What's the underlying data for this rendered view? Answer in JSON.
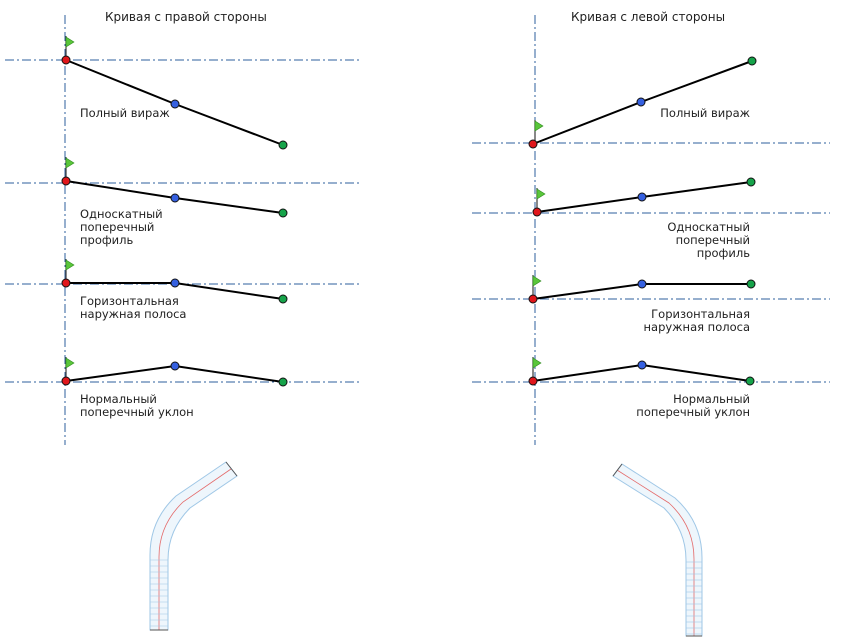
{
  "titles": {
    "right_curve": "Кривая с правой стороны",
    "left_curve": "Кривая с левой стороны"
  },
  "labels": {
    "full_superelevation": "Полный вираж",
    "single_slope_line1": "Односкатный",
    "single_slope_line2": "поперечный",
    "single_slope_line3": "профиль",
    "horizontal_outer_line1": "Горизонтальная",
    "horizontal_outer_line2": "наружная полоса",
    "normal_crown_line1": "Нормальный",
    "normal_crown_line2": "поперечный уклон"
  },
  "colors": {
    "axis": "#2e5f9e",
    "profile_line": "#000000",
    "point_left": "#e0161b",
    "point_center": "#3560e0",
    "point_right": "#16a34a",
    "flag": "#5ac63a",
    "road_outline": "#9fc7e6",
    "road_centerline": "#e46a6a"
  },
  "icons": {
    "flag": "flag-icon"
  }
}
